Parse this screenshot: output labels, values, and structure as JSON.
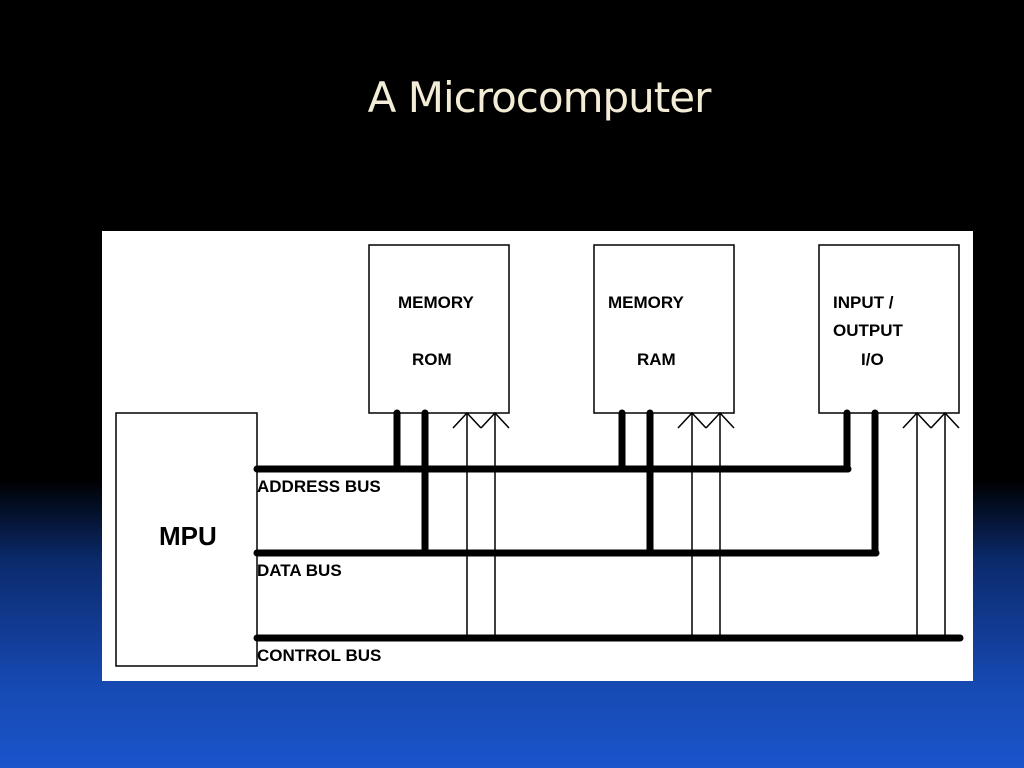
{
  "slide": {
    "title": "A Microcomputer"
  },
  "diagram": {
    "mpu": {
      "label": "MPU"
    },
    "rom": {
      "line1": "MEMORY",
      "line2": "ROM"
    },
    "ram": {
      "line1": "MEMORY",
      "line2": "RAM"
    },
    "io": {
      "line1": "INPUT /",
      "line2": "OUTPUT",
      "line3": "I/O"
    },
    "buses": {
      "address": "ADDRESS BUS",
      "data": "DATA BUS",
      "control": "CONTROL BUS"
    }
  }
}
